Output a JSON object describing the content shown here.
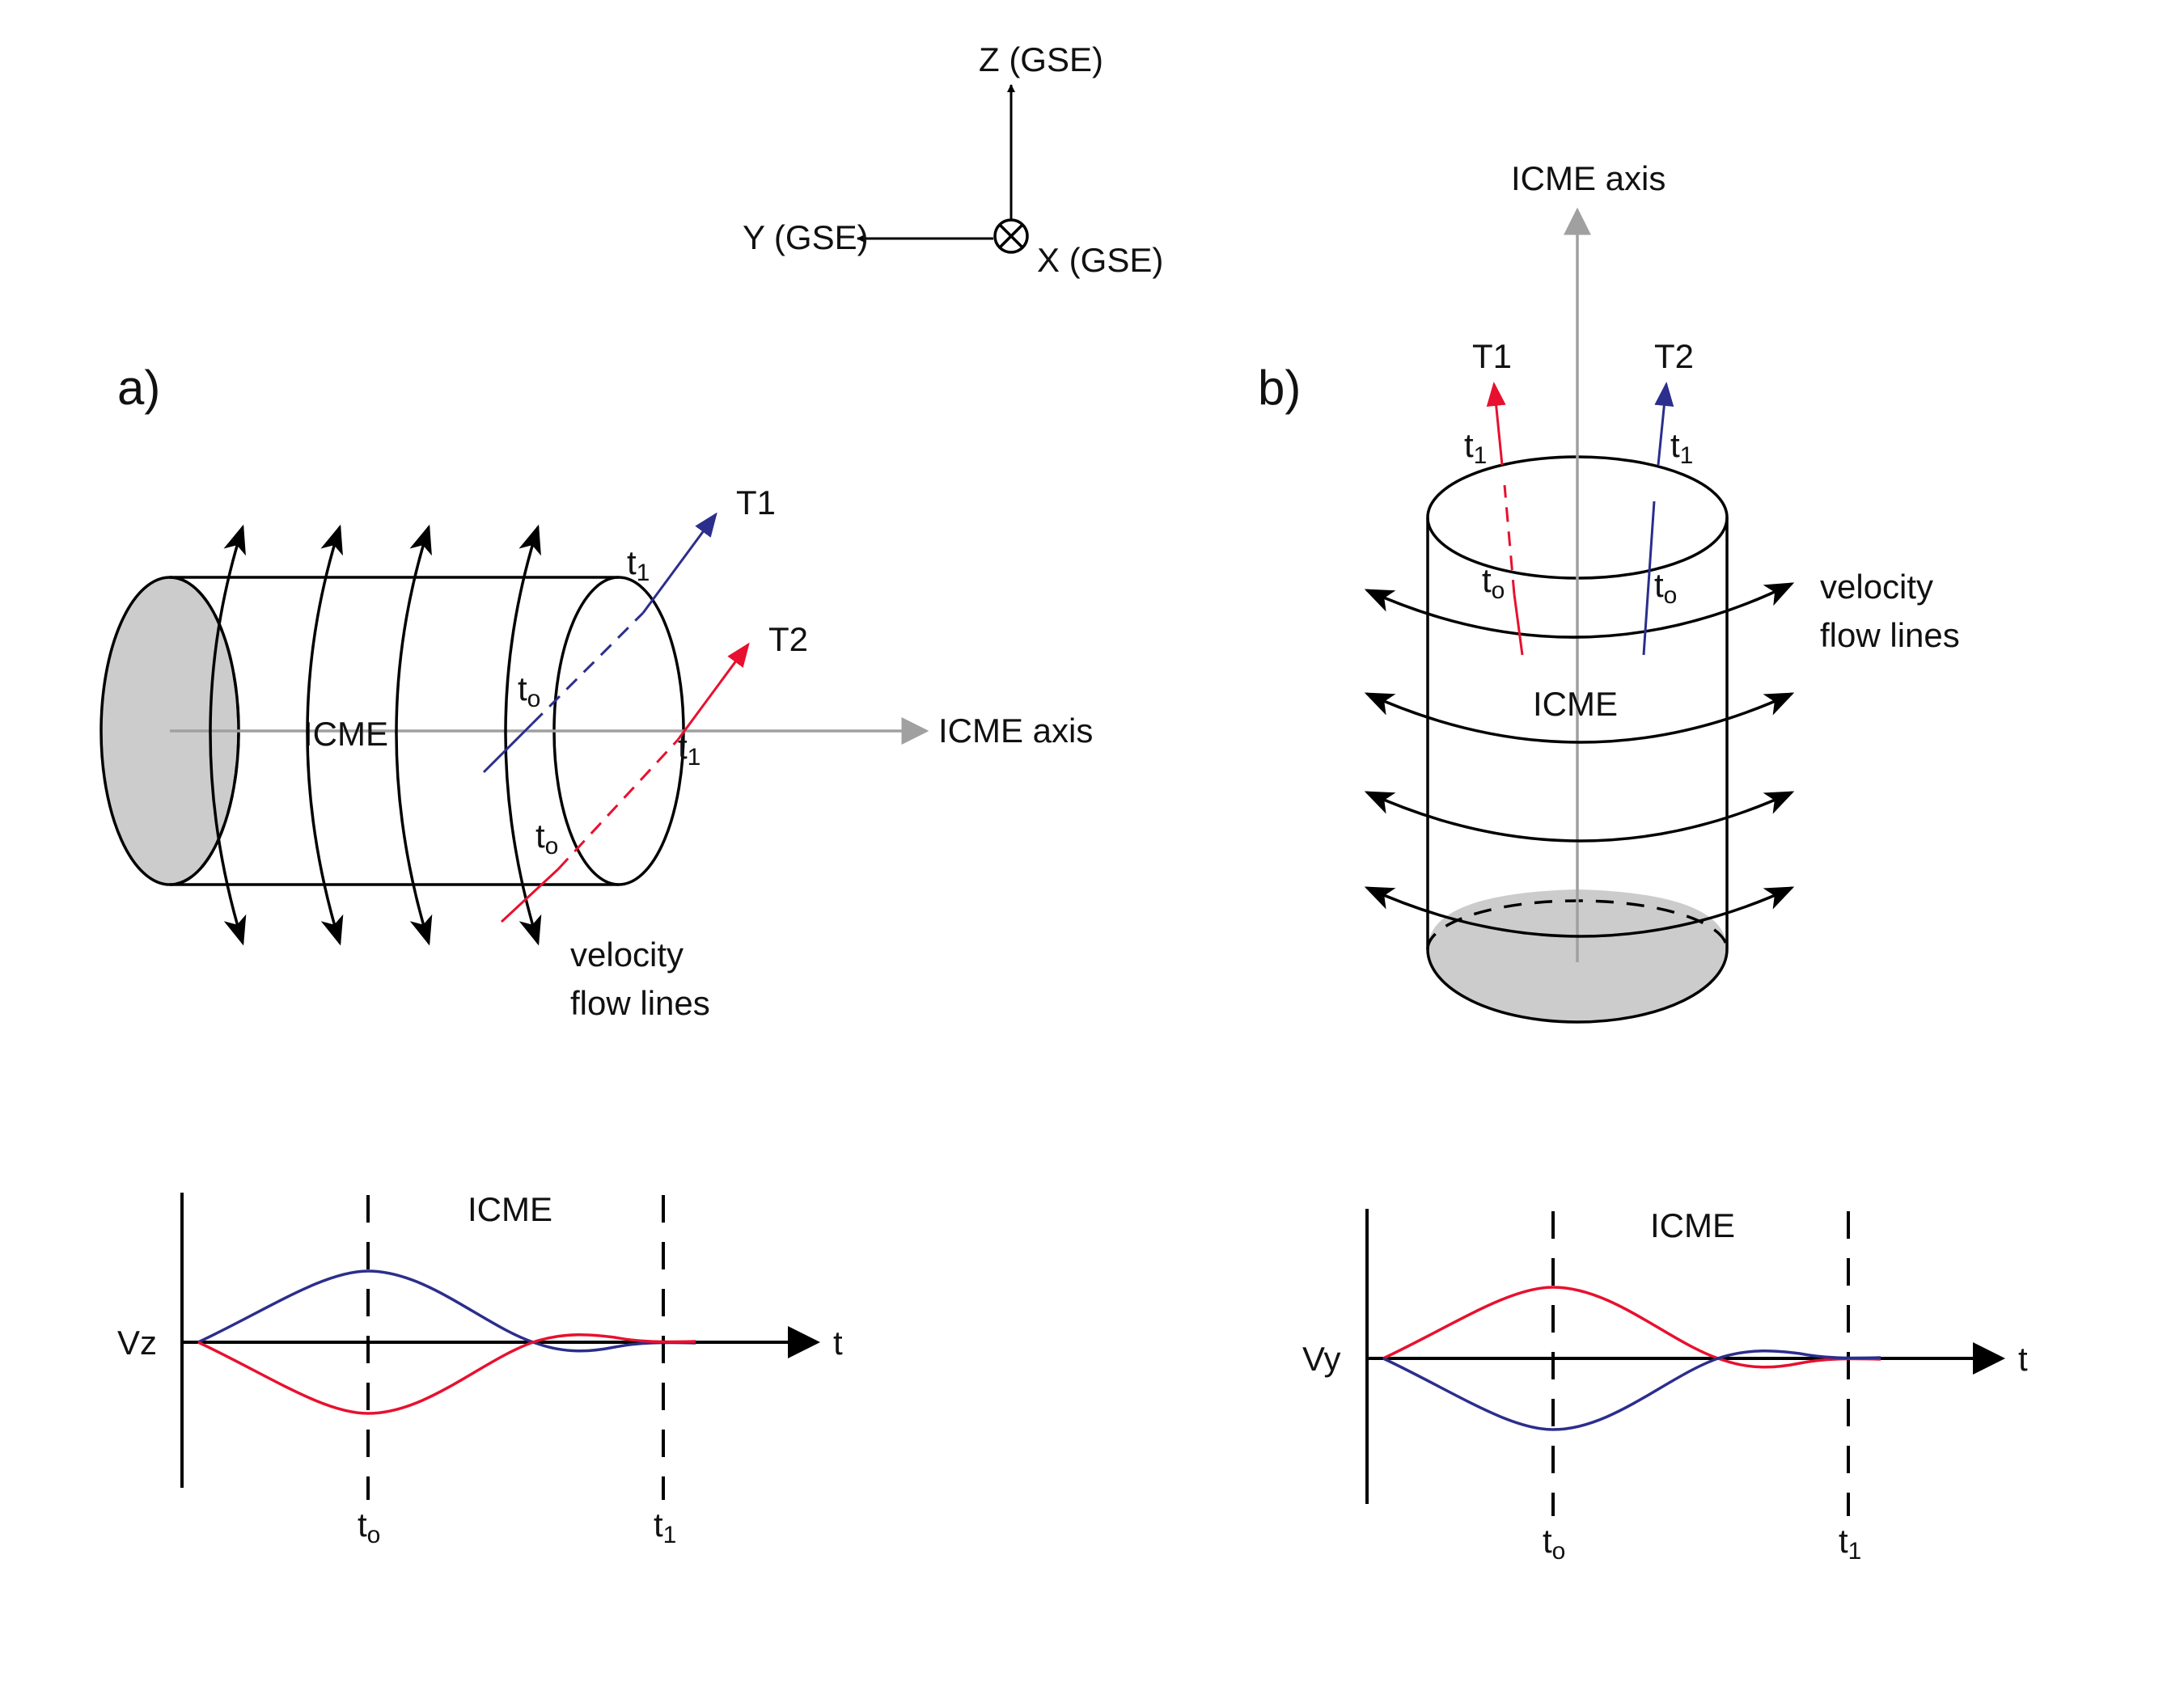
{
  "coords": {
    "z": "Z (GSE)",
    "y": "Y (GSE)",
    "x": "X (GSE)"
  },
  "panel_a": {
    "letter": "a)",
    "icme": "ICME",
    "axis": "ICME axis",
    "traj1": "T1",
    "traj2": "T2",
    "flow_line1": "velocity",
    "flow_line2": "flow lines"
  },
  "panel_b": {
    "letter": "b)",
    "icme": "ICME",
    "axis": "ICME axis",
    "traj1": "T1",
    "traj2": "T2",
    "flow_line1": "velocity",
    "flow_line2": "flow lines"
  },
  "plot_a": {
    "ylabel": "Vz",
    "xlabel": "t",
    "title": "ICME"
  },
  "plot_b": {
    "ylabel": "Vy",
    "xlabel": "t",
    "title": "ICME"
  },
  "time_marks": {
    "t": "t",
    "sub0": "o",
    "sub1": "1"
  },
  "colors": {
    "red": "#e8102e",
    "blue": "#2b2e8c",
    "gray_axis": "#a0a0a0",
    "fill": "#cccccc"
  }
}
